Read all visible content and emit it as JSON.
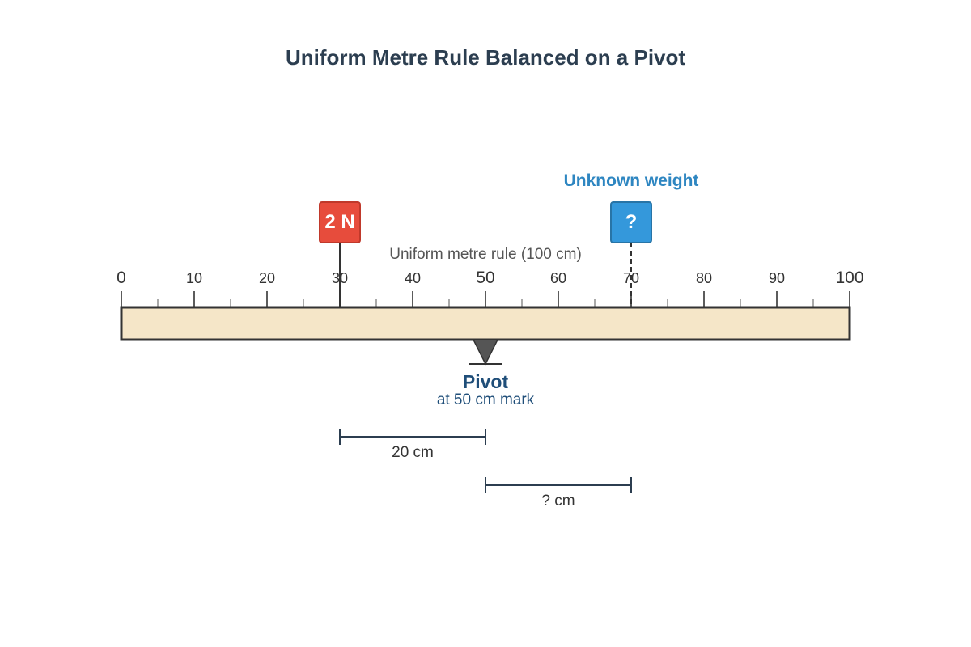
{
  "title": "Uniform Metre Rule Balanced on a Pivot",
  "rule": {
    "caption": "Uniform metre rule (100 cm)",
    "length_cm": 100,
    "major_ticks": [
      0,
      10,
      20,
      30,
      40,
      50,
      60,
      70,
      80,
      90,
      100
    ],
    "minor_ticks": [
      5,
      15,
      25,
      35,
      45,
      55,
      65,
      75,
      85,
      95
    ],
    "tick_labels": [
      "0",
      "10",
      "20",
      "30",
      "40",
      "50",
      "60",
      "70",
      "80",
      "90",
      "100"
    ],
    "emphasized_labels": [
      "0",
      "50",
      "100"
    ],
    "fill_color": "#f5e6c8",
    "stroke_color": "#333333"
  },
  "known_weight": {
    "label": "2 N",
    "position_cm": 30,
    "color": "#e74c3c"
  },
  "unknown_weight": {
    "label": "?",
    "position_cm": 70,
    "color": "#3498db",
    "caption": "Unknown weight",
    "caption_color": "#2e86c1"
  },
  "pivot": {
    "label": "Pivot",
    "sublabel": "at 50 cm mark",
    "position_cm": 50,
    "color": "#555555",
    "label_color": "#1f4e79"
  },
  "dimensions": [
    {
      "label": "20 cm",
      "from_cm": 30,
      "to_cm": 50
    },
    {
      "label": "? cm",
      "from_cm": 50,
      "to_cm": 70
    }
  ],
  "colors": {
    "title": "#2c3e50",
    "text": "#333333",
    "caption": "#555555"
  }
}
